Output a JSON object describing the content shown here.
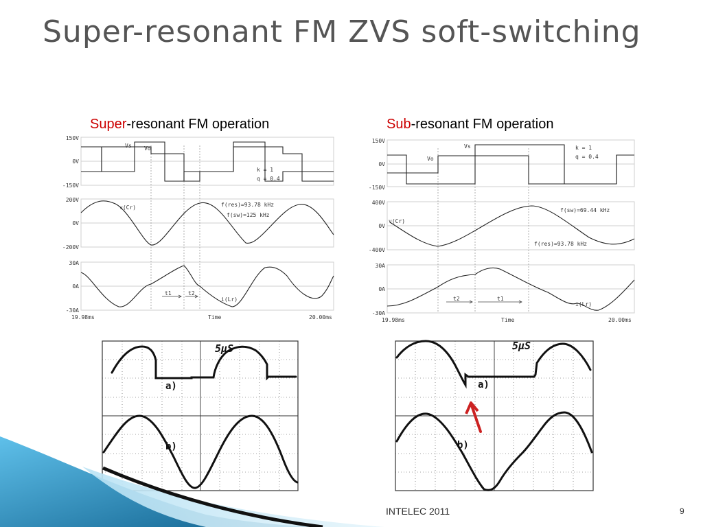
{
  "slide": {
    "title": "Super-resonant FM ZVS soft-switching",
    "footer": "INTELEC 2011",
    "page_number": "9"
  },
  "left_panel": {
    "caption_highlight": "Super",
    "caption_rest": "-resonant FM operation",
    "sim": {
      "v_top": "150V",
      "v_mid": "0V",
      "v_bot": "-150V",
      "vs_label": "Vs",
      "vo_label": "Vo",
      "k_label": "k = 1",
      "q_label": "q = 0.4",
      "c_top": "200V",
      "c_mid": "0V",
      "c_bot": "-200V",
      "vcr_label": "v(Cr)",
      "fres_label": "f(res)=93.78 kHz",
      "fsw_label": "f(sw)=125 kHz",
      "i_top": "30A",
      "i_mid": "0A",
      "i_bot": "-30A",
      "t1_label": "t1",
      "t2_label": "t2",
      "ilr_label": "i(Lr)",
      "x_start": "19.98ms",
      "x_label": "Time",
      "x_end": "20.00ms"
    },
    "scope": {
      "time_label": "5µS",
      "a_label": "a)",
      "b_label": "b)"
    }
  },
  "right_panel": {
    "caption_highlight": "Sub",
    "caption_rest": "-resonant FM operation",
    "sim": {
      "v_top": "150V",
      "v_mid": "0V",
      "v_bot": "-150V",
      "vs_label": "Vs",
      "vo_label": "Vo",
      "k_label": "k = 1",
      "q_label": "q = 0.4",
      "c_top": "400V",
      "c_mid": "0V",
      "c_bot": "-400V",
      "vcr_label": "v(Cr)",
      "fsw_label": "f(sw)=69.44 kHz",
      "fres_label": "f(res)=93.78 kHz",
      "i_top": "30A",
      "i_mid": "0A",
      "i_bot": "-30A",
      "t2_label": "t2",
      "t1_label": "t1",
      "ilr_label": "i(Lr)",
      "x_start": "19.98ms",
      "x_label": "Time",
      "x_end": "20.00ms"
    },
    "scope": {
      "time_label": "5µS",
      "a_label": "a)",
      "b_label": "b)"
    }
  },
  "colors": {
    "title": "#555555",
    "highlight": "#cc0000",
    "arrow": "#cc2222",
    "accent": "#1a6fa0"
  }
}
